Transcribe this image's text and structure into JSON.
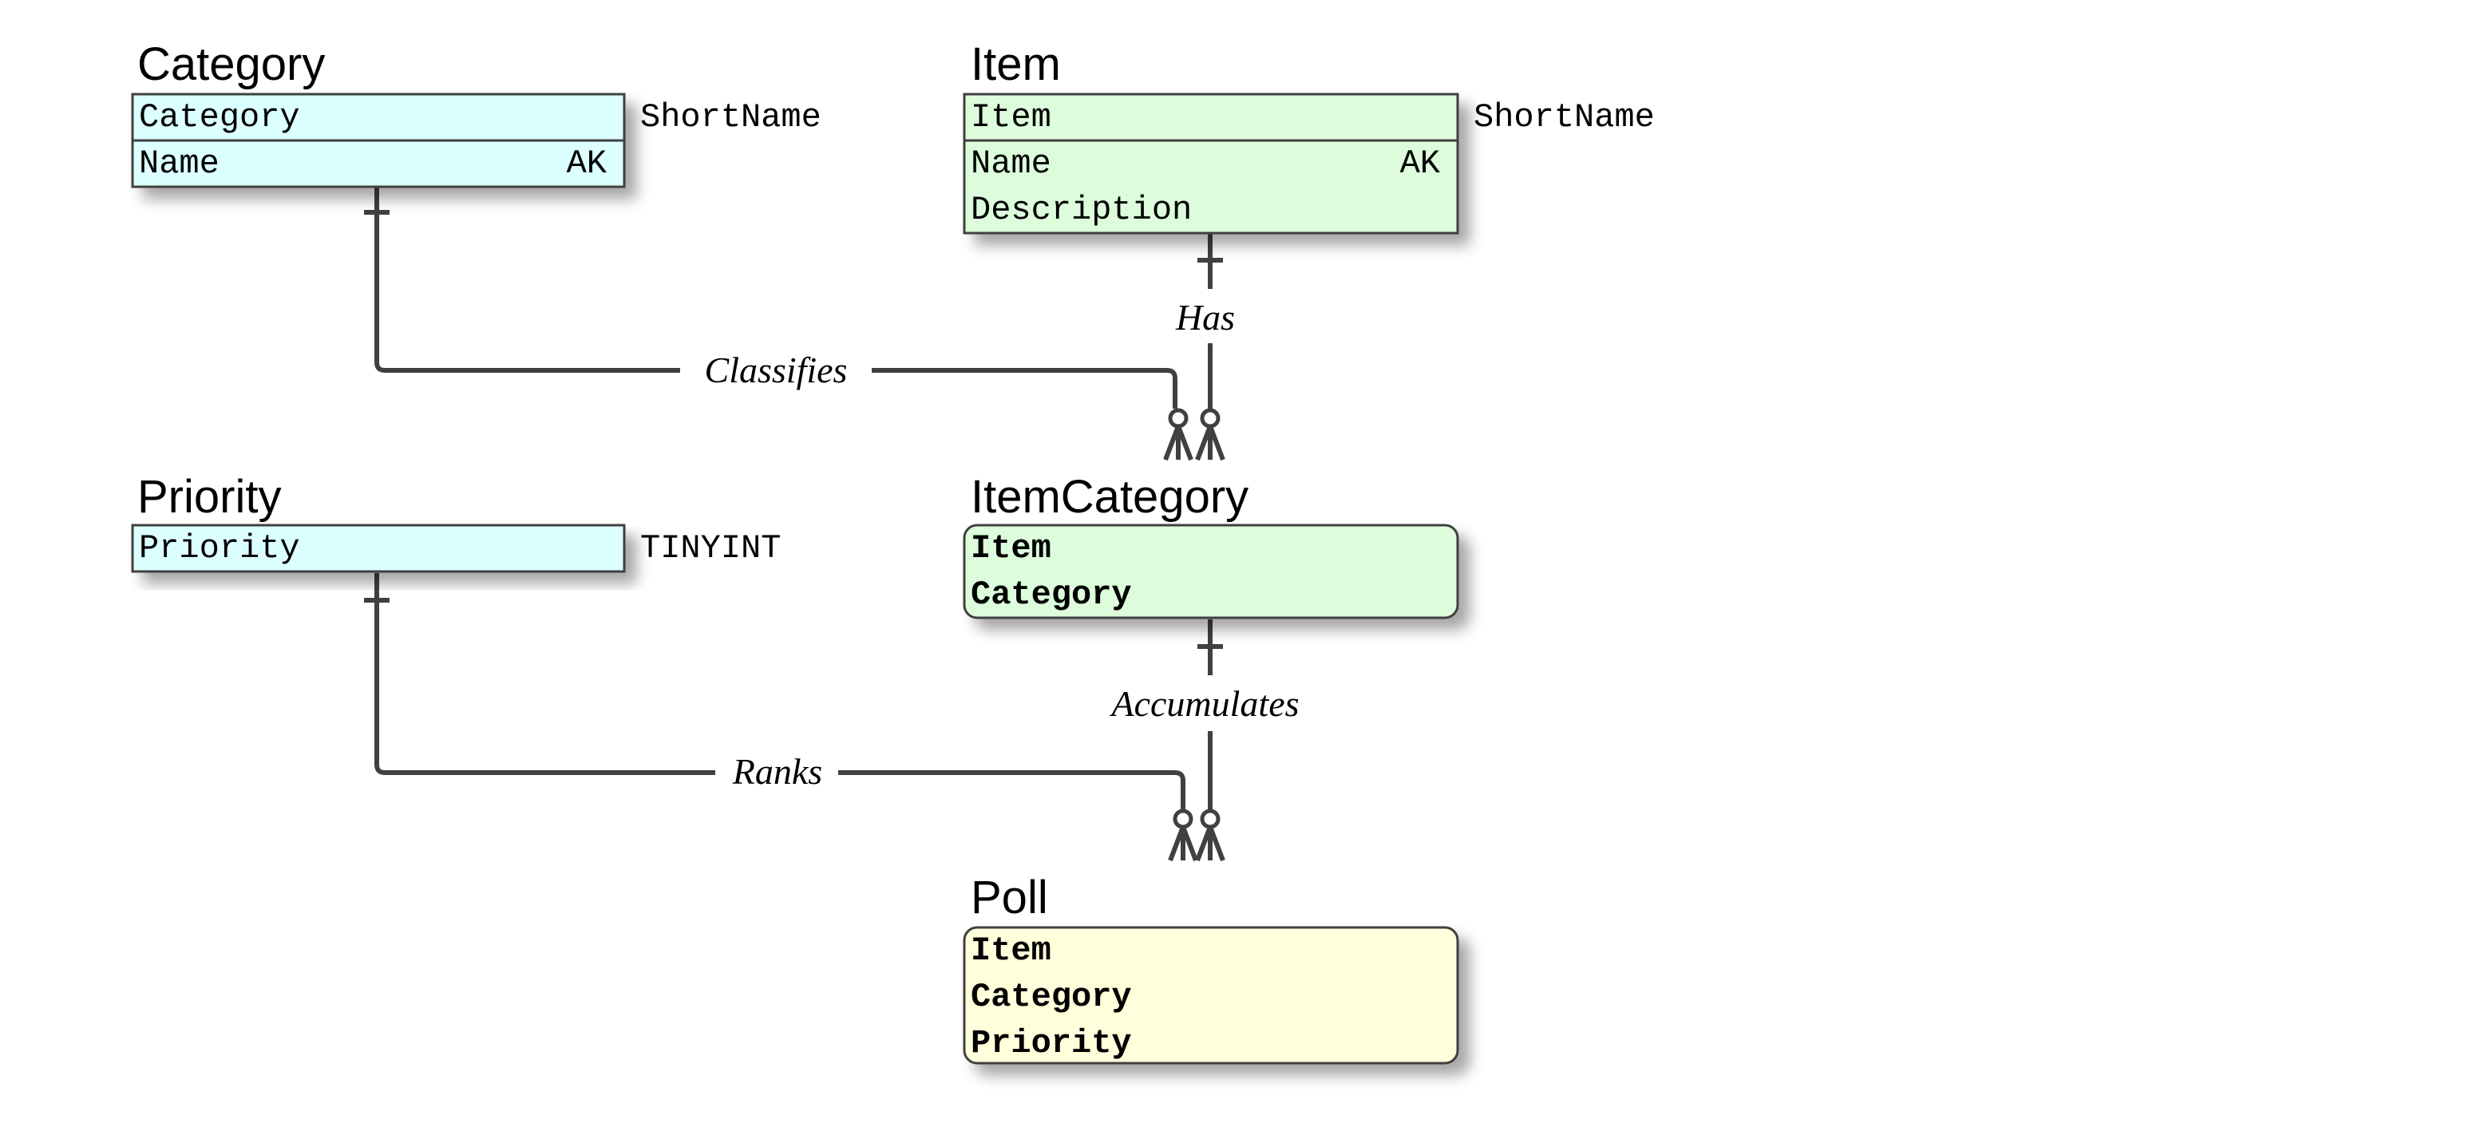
{
  "colors": {
    "lookup": "#dcffff",
    "item": "#dcfcdc",
    "poll": "#ffffdc",
    "border": "#3f3f3f",
    "line": "#404040"
  },
  "entities": {
    "category": {
      "title": "Category",
      "key": "Category",
      "note": "ShortName",
      "attr": "Name",
      "attr_flag": "AK"
    },
    "item": {
      "title": "Item",
      "key": "Item",
      "note": "ShortName",
      "attr1": "Name",
      "attr1_flag": "AK",
      "attr2": "Description"
    },
    "priority": {
      "title": "Priority",
      "key": "Priority",
      "note": "TINYINT"
    },
    "item_category": {
      "title": "ItemCategory",
      "keys": [
        "Item",
        "Category"
      ]
    },
    "poll": {
      "title": "Poll",
      "keys": [
        "Item",
        "Category",
        "Priority"
      ]
    }
  },
  "relationships": {
    "classifies": "Classifies",
    "has": "Has",
    "ranks": "Ranks",
    "accumulates": "Accumulates"
  }
}
